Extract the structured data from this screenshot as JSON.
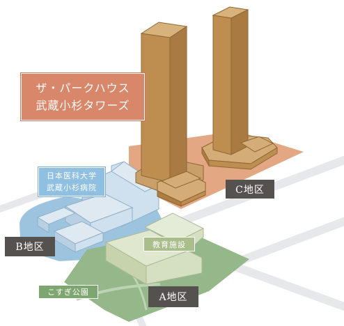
{
  "title": {
    "line1": "ザ・パークハウス",
    "line2": "武蔵小杉タワーズ"
  },
  "districts": {
    "c": "C地区",
    "b": "B地区",
    "a": "A地区"
  },
  "hospital": {
    "line1": "日本医科大学",
    "line2": "武蔵小杉病院"
  },
  "education_facility": "教育施設",
  "park": "こすぎ公園",
  "colors": {
    "district_c": "#e3a784",
    "district_b": "#9dc4df",
    "district_a": "#94b88a",
    "tower": "#bd8e50",
    "hospital_building": "#cfe0ee",
    "education_building": "#d5dfc2",
    "road": "#e6e8ec",
    "label_dark": "#55514e",
    "title_box": "#d9876a"
  }
}
